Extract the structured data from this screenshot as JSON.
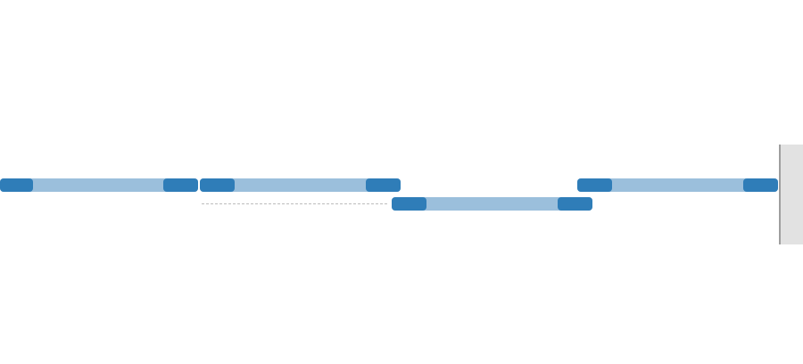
{
  "timeline": {
    "colors": {
      "clip_body": "#9bbfdc",
      "clip_handle": "#2f7db8",
      "connector": "#bdbdbd",
      "side_panel": "#e2e2e2",
      "side_panel_border": "#9e9e9e"
    },
    "clips": [
      {
        "id": "clip-1",
        "row": 1
      },
      {
        "id": "clip-2",
        "row": 1
      },
      {
        "id": "clip-3",
        "row": 2
      },
      {
        "id": "clip-4",
        "row": 1
      }
    ],
    "connectors": [
      {
        "from": "clip-2",
        "to": "clip-3",
        "style": "dashed"
      }
    ]
  }
}
